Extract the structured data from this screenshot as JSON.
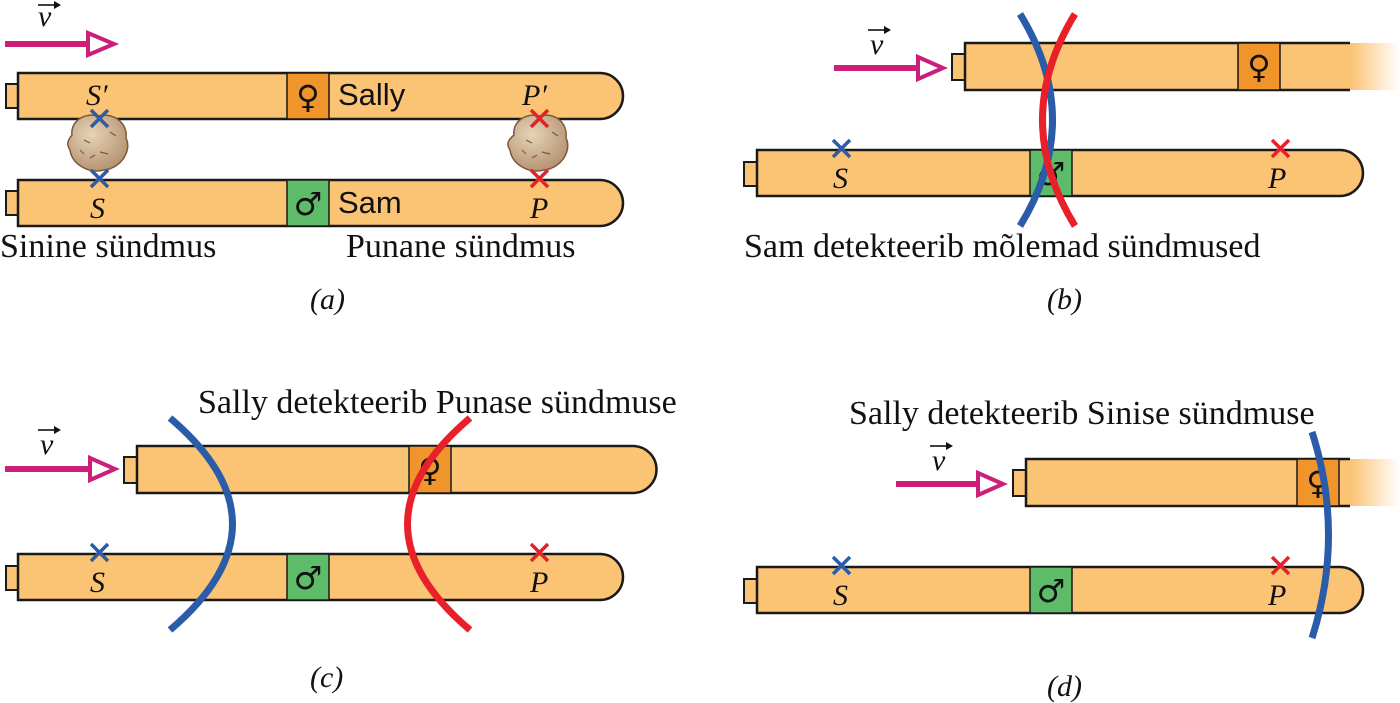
{
  "colors": {
    "train_fill": "#fbc374",
    "train_stroke": "#1a1a1a",
    "female_box": "#f0942c",
    "male_box": "#5dbb6a",
    "velocity_arrow": "#cc1f7a",
    "blue_event": "#2a5caa",
    "red_event": "#e8202a",
    "rock": "#c9ab88"
  },
  "icons": {
    "female": "♀",
    "male": "♂",
    "cross": "×"
  },
  "velocity_label": "v",
  "panel_a": {
    "top_name": "Sally",
    "bottom_name": "Sam",
    "top_left_point": "S′",
    "top_right_point": "P′",
    "bottom_left_point": "S",
    "bottom_right_point": "P",
    "blue_event_label": "Sinine sündmus",
    "red_event_label": "Punane sündmus",
    "caption": "(a)"
  },
  "panel_b": {
    "point_left": "S",
    "point_right": "P",
    "statement": "Sam detekteerib mõlemad sündmused",
    "caption": "(b)"
  },
  "panel_c": {
    "point_left": "S",
    "point_right": "P",
    "statement": "Sally detekteerib Punase sündmuse",
    "caption": "(c)"
  },
  "panel_d": {
    "point_left": "S",
    "point_right": "P",
    "statement": "Sally detekteerib Sinise sündmuse",
    "caption": "(d)"
  }
}
